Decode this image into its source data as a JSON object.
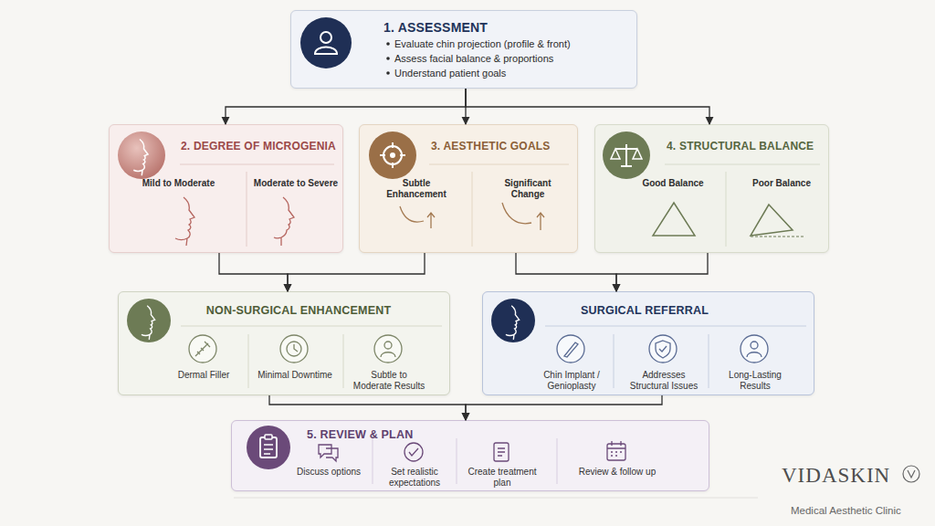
{
  "diagram": {
    "nodes": [
      {
        "text": [
          "1. ASSESSMENT",
          "Evaluate chin projection (profile & front)",
          "Assess facial balance & proportions",
          "Understand patient goals"
        ]
      },
      {
        "text": [
          "2. DEGREE OF MICROGENIA",
          "Mild to Moderate",
          "Moderate to Severe"
        ]
      },
      {
        "text": [
          "3. AESTHETIC GOALS",
          "Subtle Enhancement",
          "Significant Change"
        ]
      },
      {
        "text": [
          "4. STRUCTURAL BALANCE",
          "Good Balance",
          "Poor Balance"
        ]
      },
      {
        "text": [
          "NON-SURGICAL ENHANCEMENT",
          "Dermal Filler",
          "Minimal Downtime",
          "Subtle to Moderate Results"
        ]
      },
      {
        "text": [
          "SURGICAL REFERRAL",
          "Chin Implant / Genioplasty",
          "Addresses Structural Issues",
          "Long-Lasting Results"
        ]
      },
      {
        "text": [
          "5. REVIEW & PLAN",
          "Discuss options",
          "Set realistic expectations",
          "Create treatment plan",
          "Review & follow up"
        ]
      }
    ],
    "edges": [
      {
        "from": 0,
        "to": 1,
        "arrow": "to"
      },
      {
        "from": 0,
        "to": 2,
        "arrow": "to"
      },
      {
        "from": 0,
        "to": 3,
        "arrow": "to"
      },
      {
        "from": 1,
        "to": 4,
        "arrow": "to"
      },
      {
        "from": 2,
        "to": 4,
        "arrow": "to"
      },
      {
        "from": 2,
        "to": 5,
        "arrow": "to"
      },
      {
        "from": 3,
        "to": 5,
        "arrow": "to"
      },
      {
        "from": 4,
        "to": 6,
        "arrow": "to"
      },
      {
        "from": 5,
        "to": 6,
        "arrow": "to"
      }
    ],
    "labels": [
      "VIDASKIN",
      "Medical Aesthetic Clinic"
    ]
  }
}
